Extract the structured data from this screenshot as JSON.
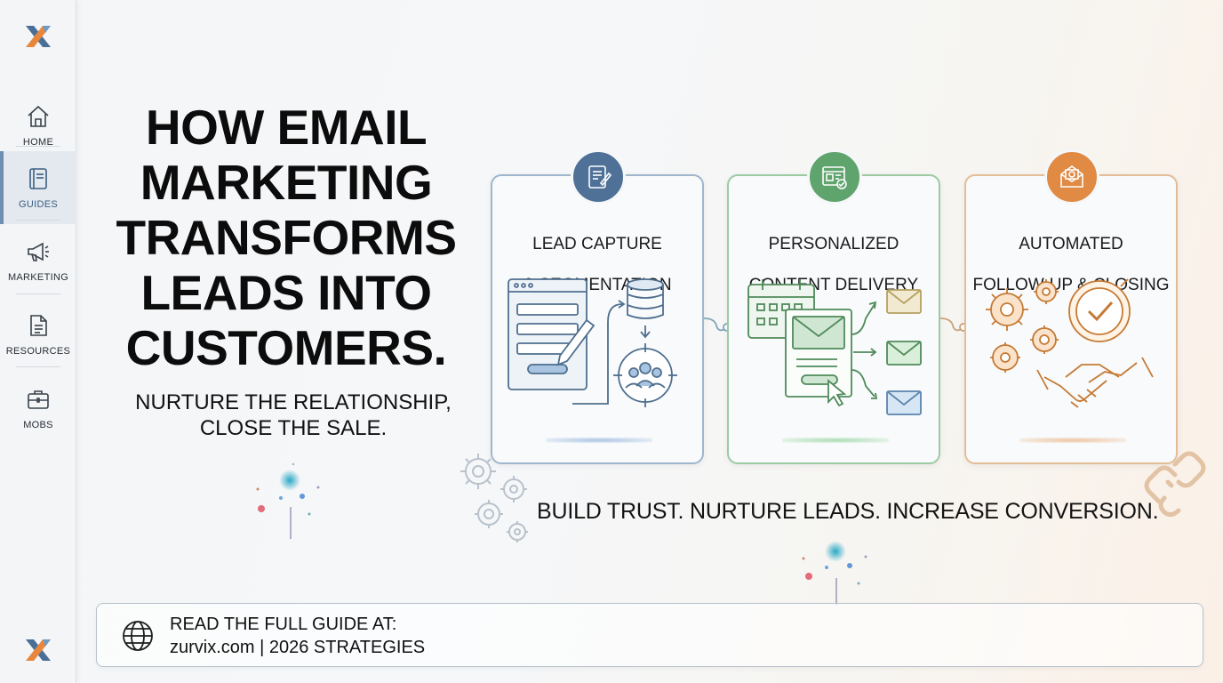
{
  "sidebar": {
    "items": [
      {
        "label": "HOME",
        "icon": "home-icon"
      },
      {
        "label": "GUIDES",
        "icon": "book-icon",
        "active": true
      },
      {
        "label": "MARKETING",
        "icon": "megaphone-icon"
      },
      {
        "label": "RESOURCES",
        "icon": "document-icon"
      },
      {
        "label": "MOBS",
        "icon": "briefcase-icon"
      }
    ]
  },
  "headline": {
    "line1": "HOW EMAIL",
    "line2": "MARKETING",
    "line3": "TRANSFORMS",
    "line4": "LEADS INTO",
    "line5": "CUSTOMERS.",
    "subtitle_line1": "NURTURE THE RELATIONSHIP,",
    "subtitle_line2": "CLOSE THE SALE."
  },
  "cards": [
    {
      "title_line1": "LEAD CAPTURE",
      "title_line2": "& SEGMENTATION",
      "accent": "#4f7197"
    },
    {
      "title_line1": "PERSONALIZED",
      "title_line2": "CONTENT DELIVERY",
      "accent": "#5fa36d"
    },
    {
      "title_line1": "AUTOMATED",
      "title_line2": "FOLLOW-UP & CLOSING",
      "accent": "#e08a44"
    }
  ],
  "tagline": "BUILD TRUST. NURTURE LEADS. INCREASE CONVERSION.",
  "footer": {
    "line1": "READ THE FULL GUIDE AT:",
    "line2": "zurvix.com |  2026 STRATEGIES"
  }
}
